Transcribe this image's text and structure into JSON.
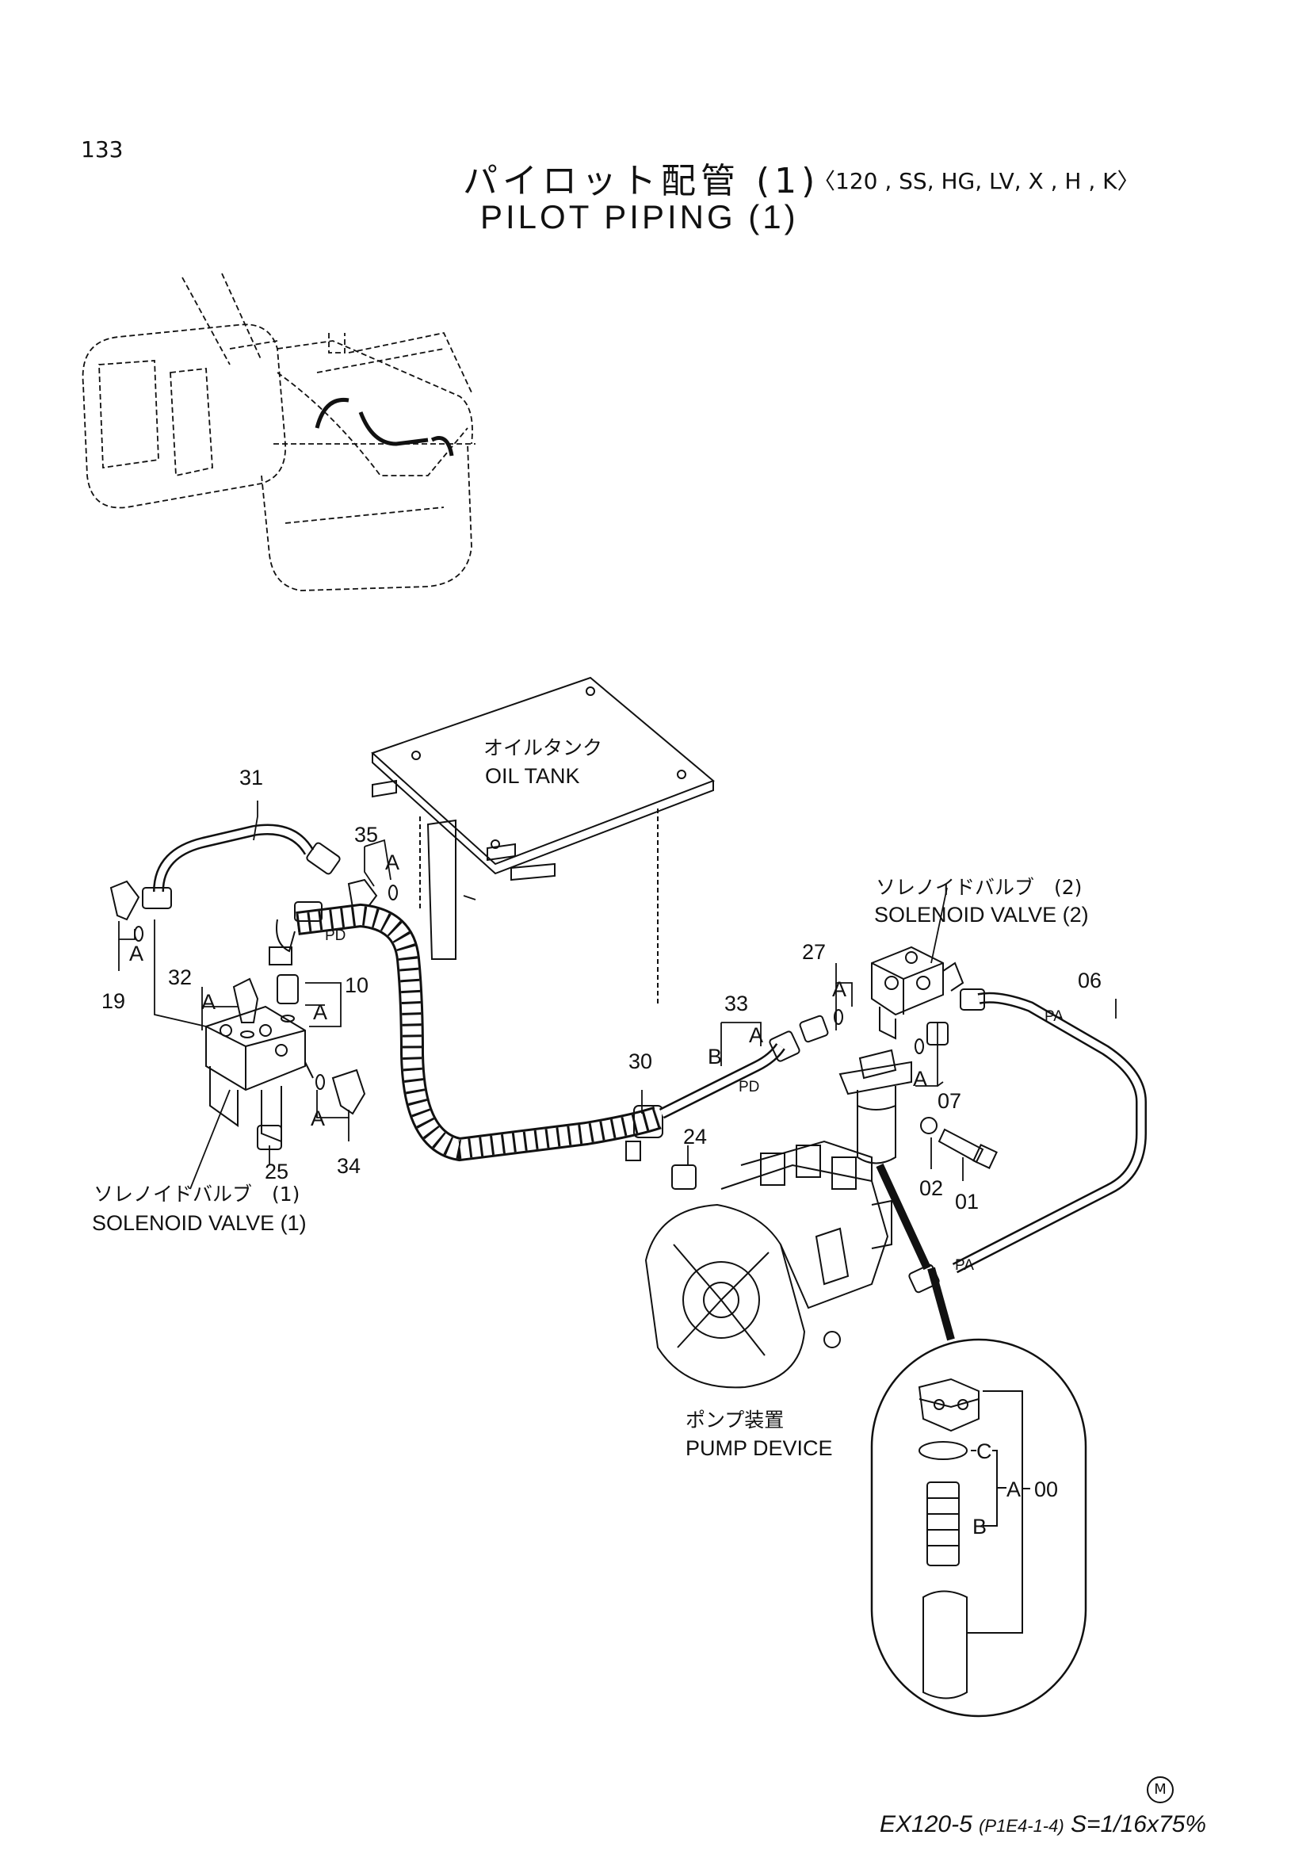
{
  "page_number": "133",
  "title": {
    "jp": "パイロット配管 (1)",
    "variants": "〈120 , SS, HG, LV, X , H , K〉",
    "en": "PILOT PIPING (1)"
  },
  "components": {
    "oil_tank": {
      "jp": "オイルタンク",
      "en": "OIL TANK"
    },
    "solenoid_valve_2": {
      "jp": "ソレノイドバルブ　(2)",
      "en": "SOLENOID  VALVE (2)"
    },
    "solenoid_valve_1": {
      "jp": "ソレノイドバルブ　(1)",
      "en": "SOLENOID  VALVE (1)"
    },
    "pump_device": {
      "jp": "ポンプ装置",
      "en": "PUMP  DEVICE"
    }
  },
  "part_numbers": [
    "31",
    "35",
    "19",
    "32",
    "10",
    "25",
    "34",
    "30",
    "33",
    "27",
    "24",
    "06",
    "07",
    "02",
    "01",
    "00"
  ],
  "group_letters": {
    "a": "A",
    "b": "B",
    "c": "C"
  },
  "port_labels": {
    "pd": "PD",
    "pa": "PA"
  },
  "footer": {
    "mark": "M",
    "model": "EX120-5",
    "code": "(P1E4-1-4)",
    "scale": "S=1/16x75%"
  }
}
